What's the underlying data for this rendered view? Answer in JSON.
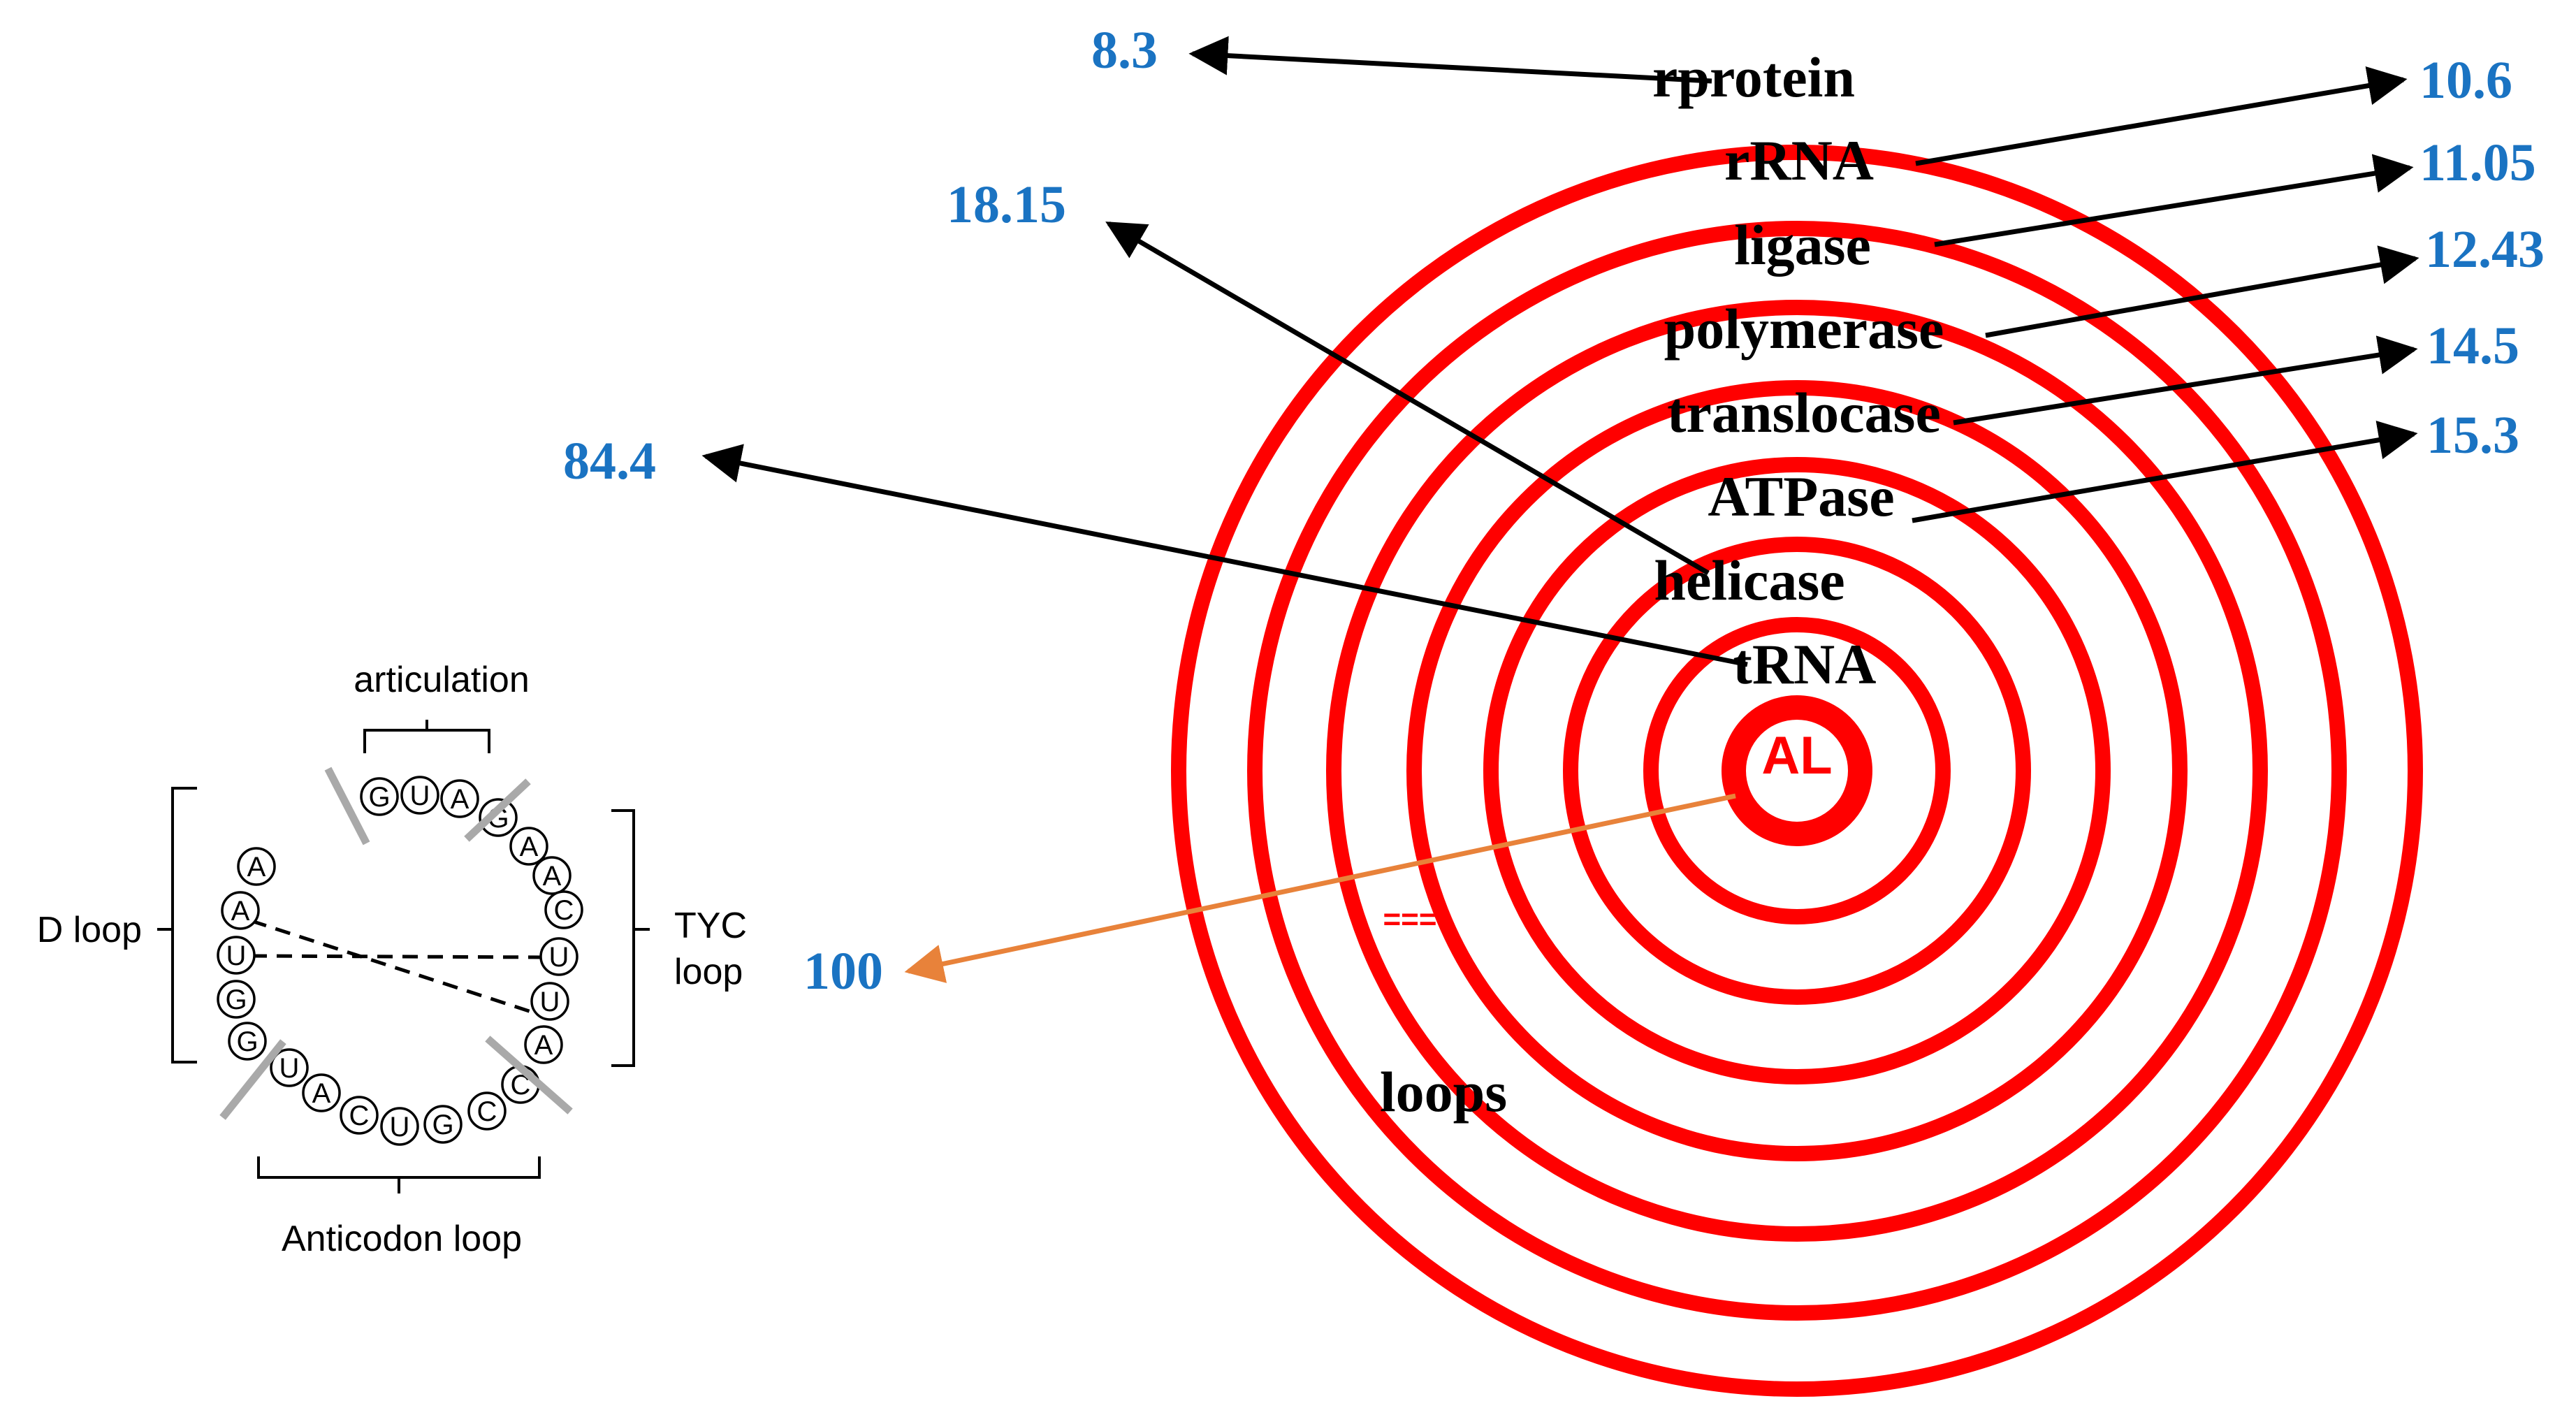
{
  "rings": {
    "center_label": "AL",
    "layer_labels": [
      "rprotein",
      "rRNA",
      "ligase",
      "polymerase",
      "translocase",
      "ATPase",
      "helicase",
      "tRNA"
    ],
    "extra_labels": {
      "loops": "loops",
      "equals_mark": "==="
    },
    "color": "#ff0000"
  },
  "values": {
    "rprotein": "8.3",
    "rRNA": "10.6",
    "ligase": "11.05",
    "polymerase": "12.43",
    "translocase": "14.5",
    "ATPase": "15.3",
    "helicase": "18.15",
    "tRNA": "84.4",
    "AL": "100",
    "color": "#1a73c2",
    "core_arrow_color": "#e8823a"
  },
  "trna_loop": {
    "articulation_label": "articulation",
    "d_loop_label": "D loop",
    "tyc_label_line1": "TYC",
    "tyc_label_line2": "loop",
    "anticodon_label": "Anticodon loop",
    "nucleotides": [
      "G",
      "U",
      "A",
      "G",
      "A",
      "A",
      "C",
      "U",
      "U",
      "A",
      "C",
      "C",
      "G",
      "U",
      "C",
      "A",
      "U",
      "G",
      "G",
      "U",
      "A",
      "A"
    ]
  }
}
